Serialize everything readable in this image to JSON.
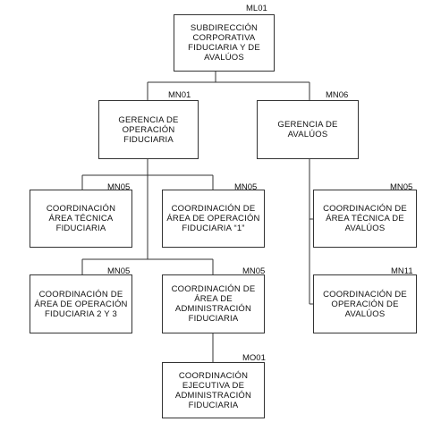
{
  "nodes": {
    "ml01": {
      "code": "ML01",
      "title": "SUBDIRECCIÓN CORPORATIVA FIDUCIARIA Y DE AVALÚOS"
    },
    "mn01": {
      "code": "MN01",
      "title": "GERENCIA DE OPERACIÓN FIDUCIARIA"
    },
    "mn06": {
      "code": "MN06",
      "title": "GERENCIA DE AVALÚOS"
    },
    "tecnica_fid": {
      "code": "MN05",
      "title": "COORDINACIÓN ÁREA TÉCNICA FIDUCIARIA"
    },
    "op_fid_1": {
      "code": "MN05",
      "title": "COORDINACIÓN DE ÁREA DE OPERACIÓN FIDUCIARIA “1”"
    },
    "op_fid_23": {
      "code": "MN05",
      "title": "COORDINACIÓN DE ÁREA DE OPERACIÓN FIDUCIARIA 2 Y 3"
    },
    "admin_fid": {
      "code": "MN05",
      "title": "COORDINACIÓN DE ÁREA DE ADMINISTRACIÓN FIDUCIARIA"
    },
    "exec_admin": {
      "code": "MO01",
      "title": "COORDINACIÓN EJECUTIVA DE ADMINISTRACIÓN FIDUCIARIA"
    },
    "tecnica_aval": {
      "code": "MN05",
      "title": "COORDINACIÓN DE ÁREA TÉCNICA DE AVALÚOS"
    },
    "op_aval": {
      "code": "MN11",
      "title": "COORDINACIÓN DE OPERACIÓN DE AVALÚOS"
    }
  }
}
